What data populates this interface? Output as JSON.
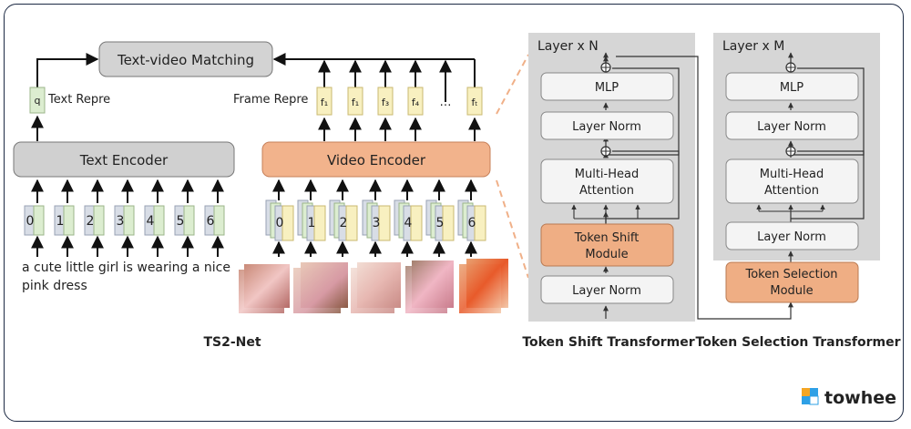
{
  "left": {
    "matching_label": "Text-video Matching",
    "text_repre_label": "Text Repre",
    "frame_repre_label": "Frame Repre",
    "q_label": "q",
    "frame_labels": [
      "f₁",
      "f₁",
      "f₃",
      "f₄",
      "…",
      "fₜ"
    ],
    "text_encoder_label": "Text Encoder",
    "video_encoder_label": "Video Encoder",
    "token_labels": [
      "0",
      "1",
      "2",
      "3",
      "4",
      "5",
      "6"
    ],
    "frame_token_labels": [
      "0",
      "1",
      "2",
      "3",
      "4",
      "5",
      "6"
    ],
    "sentence_line1": "a cute little girl is wearing a nice",
    "sentence_line2": "pink dress",
    "caption": "TS2-Net"
  },
  "shift_transformer": {
    "layer_label": "Layer x N",
    "blocks": [
      "MLP",
      "Layer Norm",
      "Multi-Head",
      "Attention",
      "Token Shift",
      "Module",
      "Layer Norm"
    ],
    "caption": "Token Shift Transformer"
  },
  "selection_transformer": {
    "layer_label": "Layer x M",
    "blocks": [
      "MLP",
      "Layer Norm",
      "Multi-Head",
      "Attention",
      "Layer Norm"
    ],
    "selection_line1": "Token Selection",
    "selection_line2": "Module",
    "caption": "Token Selection Transformer"
  },
  "brand": {
    "name": "towhee",
    "logo_icon": "towhee-logo-icon"
  },
  "colors": {
    "encoder_gray": "#d0d0d0",
    "video_orange": "#f2b38c",
    "token_green": "#dcedd0",
    "frame_yellow": "#f8f0c0",
    "module_orange": "#efae84",
    "panel_gray": "#d6d6d6",
    "block_white": "#f4f4f4",
    "dashed_orange": "#f0b088"
  }
}
